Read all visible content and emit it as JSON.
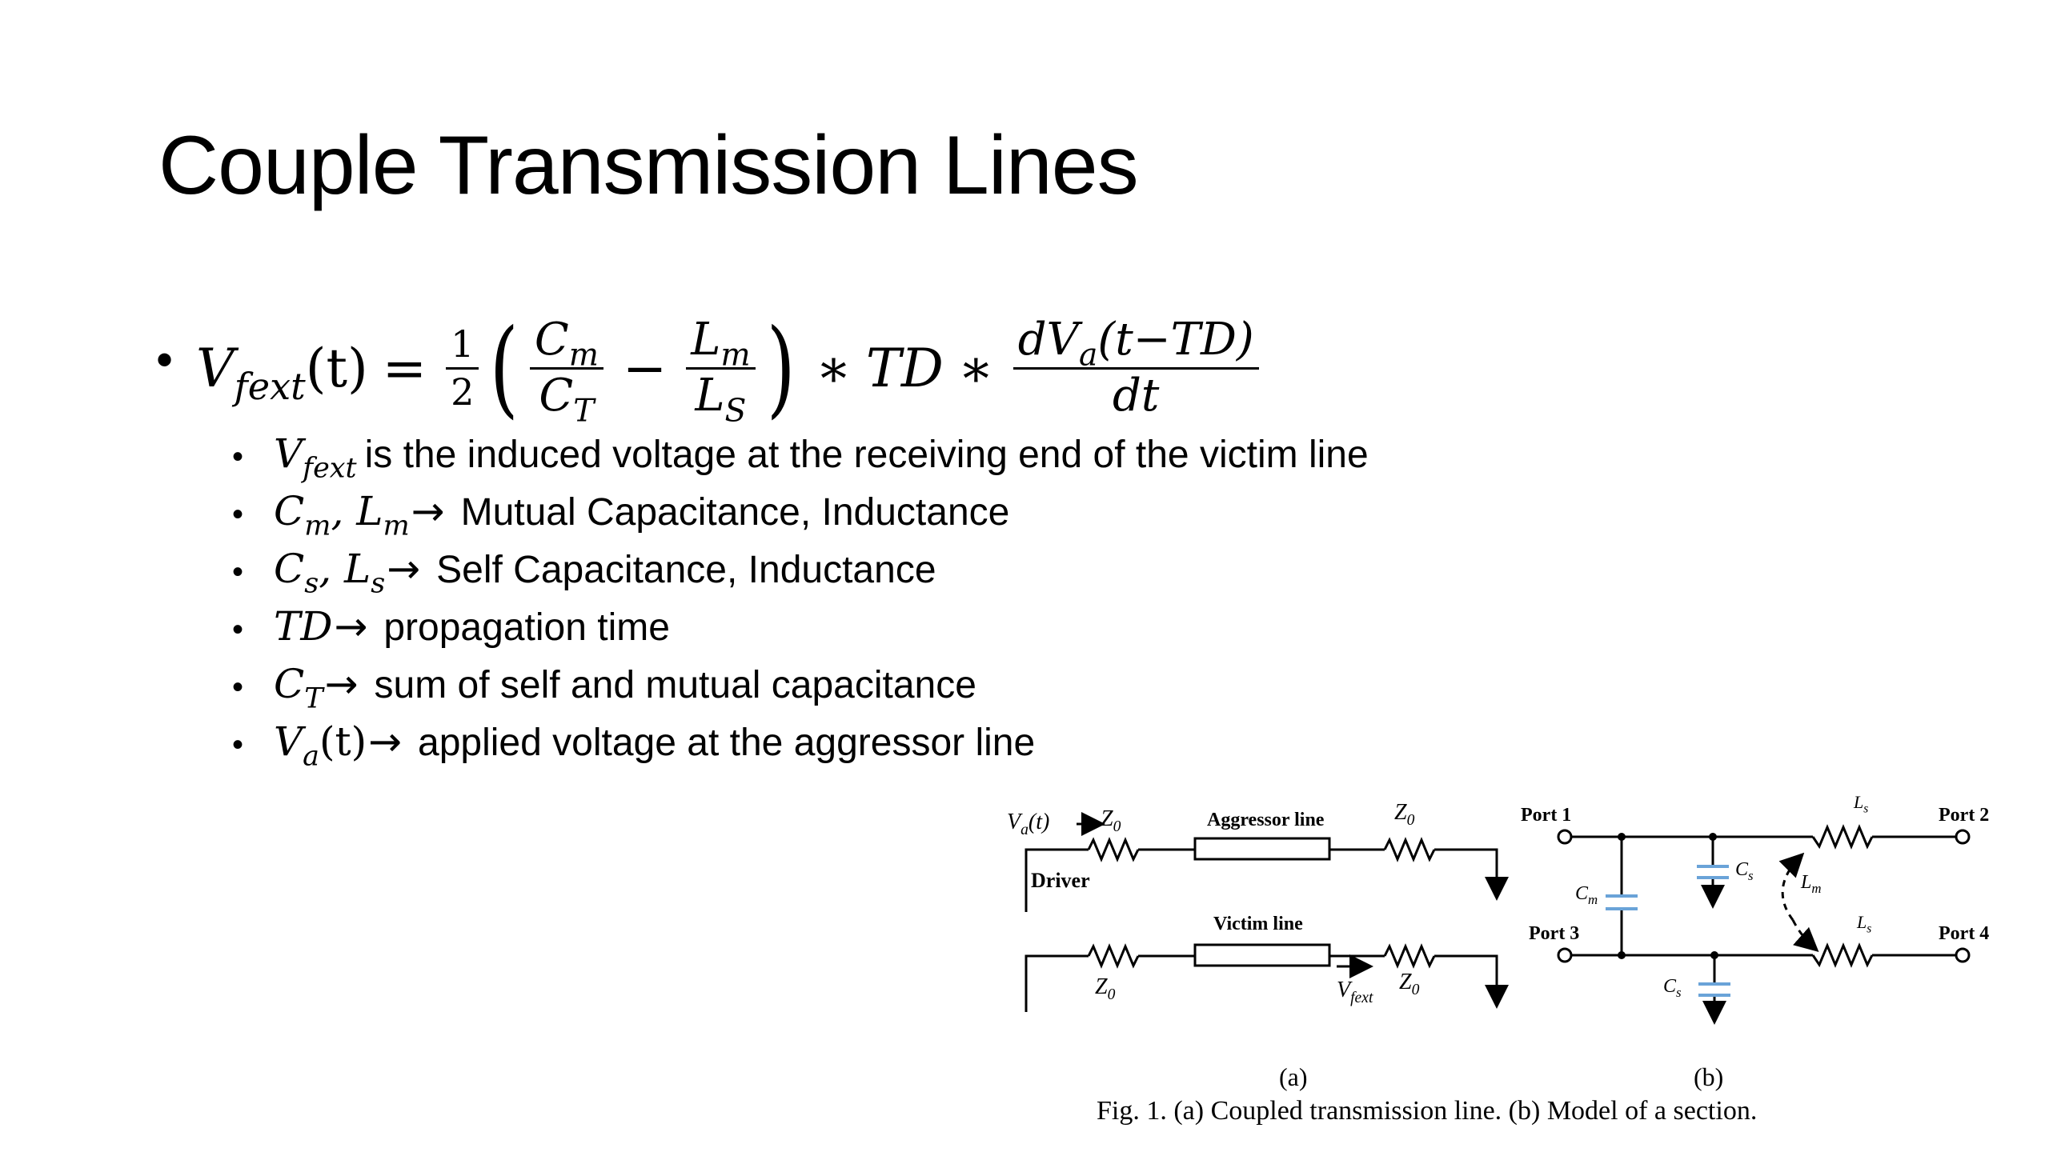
{
  "slide": {
    "title": "Couple Transmission Lines"
  },
  "equation": {
    "bullet": "•",
    "lhs": "V",
    "lhs_sub": "fext",
    "lhs_arg": "(t)",
    "eq": "=",
    "half_num": "1",
    "half_den": "2",
    "f1_num": "C",
    "f1_num_sub": "m",
    "f1_den": "C",
    "f1_den_sub": "T",
    "minus": "−",
    "f2_num": "L",
    "f2_num_sub": "m",
    "f2_den": "L",
    "f2_den_sub": "S",
    "star1": "∗",
    "td": "TD",
    "star2": "∗",
    "d_num": "dV",
    "d_num_sub": "a",
    "d_num_arg": "(t−TD)",
    "d_den": "dt"
  },
  "bullets": [
    {
      "sym": "V",
      "sub": "fext",
      "rest": "is the induced voltage at the receiving end of the victim line"
    },
    {
      "sym": "C",
      "sub": "m",
      "sym2": ", L",
      "sub2": "m",
      "rest": "Mutual Capacitance, Inductance"
    },
    {
      "sym": "C",
      "sub": "s",
      "sym2": ", L",
      "sub2": "s",
      "rest": "Self Capacitance, Inductance"
    },
    {
      "sym": "TD",
      "rest": "propagation time"
    },
    {
      "sym": "C",
      "sub": "T",
      "rest": "sum of self and mutual capacitance"
    },
    {
      "sym": "V",
      "sub": "a",
      "sym3": "(t)",
      "rest": "applied voltage at the aggressor line"
    }
  ],
  "arrow": "→",
  "figure": {
    "va": "V",
    "va_sub": "a",
    "va_arg": "(t)",
    "z0": "Z",
    "z0_sub": "0",
    "aggressor": "Aggressor line",
    "victim": "Victim line",
    "driver": "Driver",
    "vfext": "V",
    "vfext_sub": "fext",
    "port1": "Port 1",
    "port2": "Port 2",
    "port3": "Port 3",
    "port4": "Port 4",
    "cm": "C",
    "cm_sub": "m",
    "cs": "C",
    "cs_sub": "s",
    "lm": "L",
    "lm_sub": "m",
    "ls": "L",
    "ls_sub": "s",
    "label_a": "(a)",
    "label_b": "(b)",
    "caption": "Fig. 1. (a) Coupled transmission line. (b) Model of a section."
  },
  "colors": {
    "capacitor": "#6aa3d8",
    "ink": "#000000"
  }
}
